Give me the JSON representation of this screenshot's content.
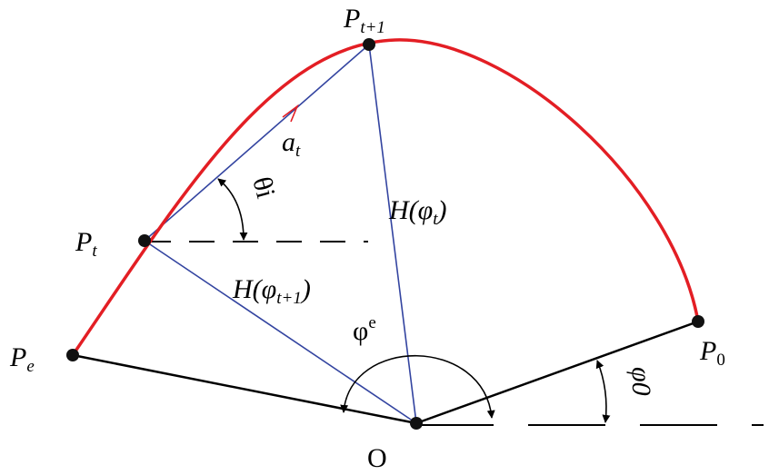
{
  "diagram": {
    "points": {
      "p_t1": {
        "base": "P",
        "sub": "t+1"
      },
      "p_t": {
        "base": "P",
        "sub": "t"
      },
      "p_e": {
        "base": "P",
        "sub": "e"
      },
      "p_0": {
        "base": "P",
        "sub": "0"
      },
      "origin": "O"
    },
    "labels": {
      "a_t": {
        "base": "a",
        "sub": "t"
      },
      "theta_i": "θi",
      "h_phi_t": {
        "pre": "H(",
        "base": "φ",
        "sub": "t",
        "post": ")"
      },
      "h_phi_t1": {
        "pre": "H(",
        "base": "φ",
        "sub": "t+1",
        "post": ")"
      },
      "phi_e": {
        "base": "φ",
        "sup": "e"
      },
      "phi_0": "φ0"
    },
    "colors": {
      "curve": "#e31e24",
      "vectors": "#3344a0",
      "radii": "#000000",
      "points": "#000000"
    }
  }
}
